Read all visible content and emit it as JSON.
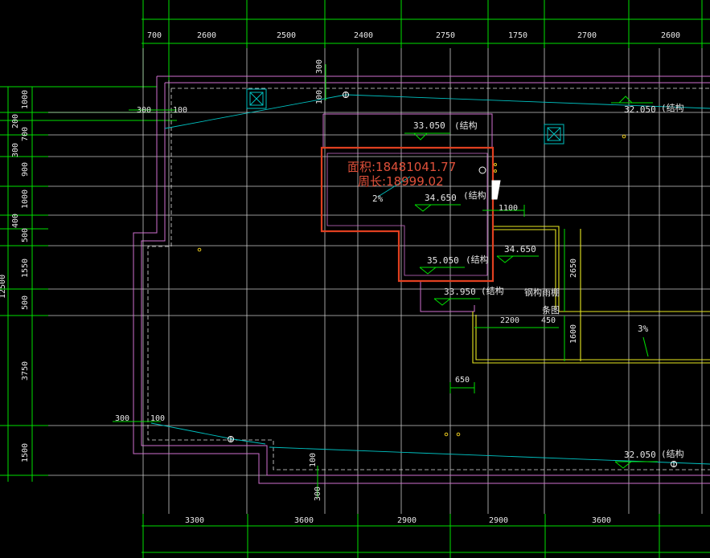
{
  "colors": {
    "background": "#000000",
    "dimension_line": "#00e000",
    "grid_line": "#d8d8d8",
    "wall_outline": "#d070d0",
    "drainage_slope": "#00c0c0",
    "highlight_region": "#e04020",
    "canopy_outline": "#e8e820",
    "text": "#e8e8e8"
  },
  "top_dimensions": [
    "700",
    "2600",
    "2500",
    "2400",
    "2750",
    "1750",
    "2700",
    "2600"
  ],
  "bottom_dimensions": [
    "3300",
    "3600",
    "2900",
    "2900",
    "3600"
  ],
  "left_dimensions": [
    "1000",
    "200",
    "700",
    "300",
    "900",
    "1000",
    "400",
    "500",
    "1550",
    "500",
    "3750",
    "1500"
  ],
  "left_total_dimension": "12500",
  "selection_info": {
    "area_label": "面积:18481041.77",
    "perimeter_label": "周长:18999.02"
  },
  "elevations": {
    "e33050": "33.050",
    "e34650a": "34.650",
    "e35050": "35.050",
    "e33950": "33.950",
    "e34650b": "34.650",
    "e32050a": "32.050",
    "e32050b": "32.050"
  },
  "labels": {
    "structure": "(结构",
    "steel_canopy": "钢构雨棚",
    "purlin": "条图",
    "slope_a": "2%",
    "slope_b": "3%"
  },
  "small_dimensions": {
    "d300_top": "300",
    "d100_top": "100",
    "d300_left": "300",
    "d100_left": "100",
    "d300_bl": "300",
    "d100_bl": "100",
    "d100_bottom": "100",
    "d300_bottom": "300",
    "d1100": "1100",
    "d2650": "2650",
    "d2200": "2200",
    "d450": "450",
    "d1600": "1600",
    "d650": "650"
  }
}
